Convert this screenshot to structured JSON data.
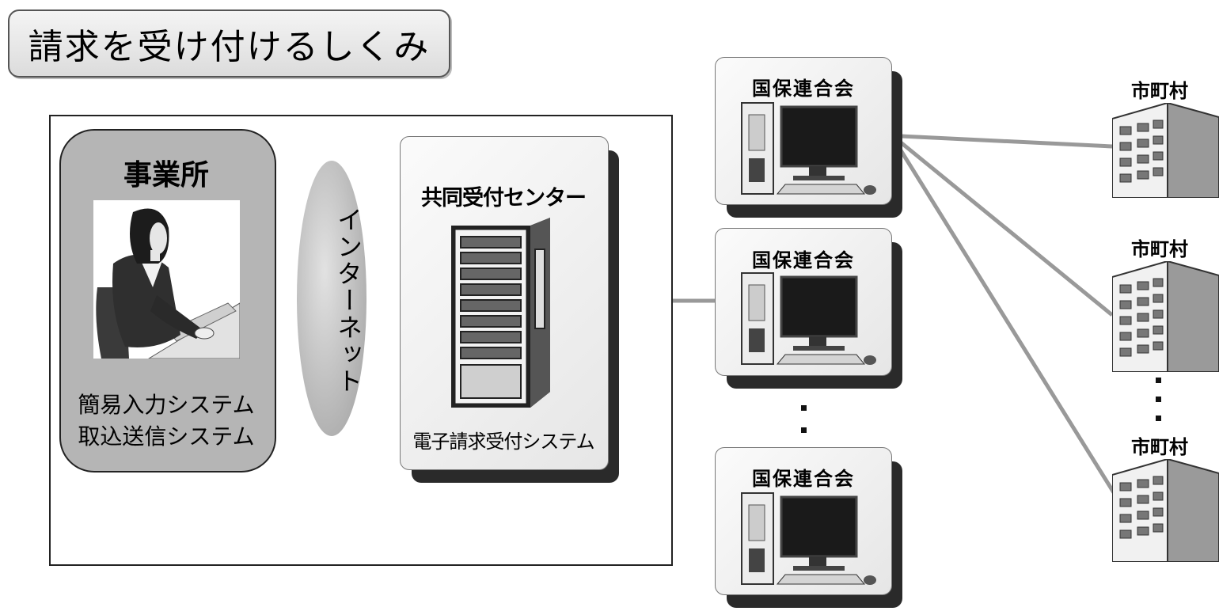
{
  "title": "請求を受け付けるしくみ",
  "office": {
    "title": "事業所",
    "systems": [
      "簡易入力システム",
      "取込送信システム"
    ]
  },
  "internet": {
    "label": "インターネット"
  },
  "center": {
    "title": "共同受付センター",
    "system": "電子請求受付システム"
  },
  "federations": [
    {
      "label": "国保連合会"
    },
    {
      "label": "国保連合会"
    },
    {
      "label": "国保連合会"
    }
  ],
  "municipalities": [
    {
      "label": "市町村"
    },
    {
      "label": "市町村"
    },
    {
      "label": "市町村"
    }
  ],
  "colors": {
    "panel_gray": "#b5b5b5",
    "line_gray": "#999999",
    "shadow": "#2a2a2a"
  }
}
